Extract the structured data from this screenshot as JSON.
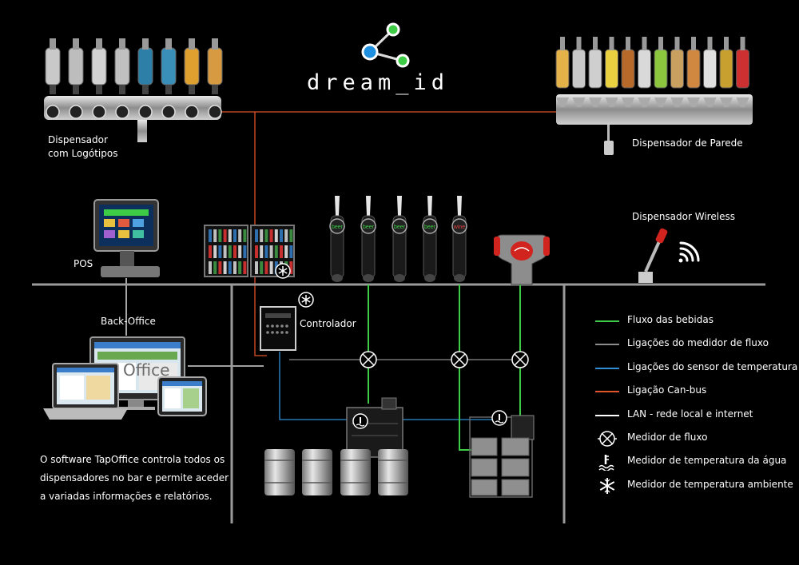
{
  "brand": {
    "name": "dream_id"
  },
  "labels": {
    "dispenser_logos_line1": "Dispensador",
    "dispenser_logos_line2": "com Logótipos",
    "wall_dispenser": "Dispensador de Parede",
    "wireless_dispenser": "Dispensador Wireless",
    "pos": "POS",
    "back_office": "Back-Office",
    "controller": "Controlador",
    "tap_badges": [
      "beer",
      "beer",
      "beer",
      "beer",
      "wine"
    ],
    "office_ghost": "Office"
  },
  "legend": [
    {
      "kind": "line",
      "color": "#3ecb46",
      "label": "Fluxo das bebidas"
    },
    {
      "kind": "line",
      "color": "#8c8c8c",
      "label": "Ligações do medidor de fluxo"
    },
    {
      "kind": "line",
      "color": "#2e8fd6",
      "label": "Ligações do sensor de temperatura"
    },
    {
      "kind": "line",
      "color": "#e0542a",
      "label": "Ligação Can-bus"
    },
    {
      "kind": "line",
      "color": "#ffffff",
      "label": "LAN - rede local e internet"
    },
    {
      "kind": "icon",
      "icon": "flow-meter-icon",
      "label": "Medidor de fluxo"
    },
    {
      "kind": "icon",
      "icon": "water-temperature-icon",
      "label": "Medidor de temperatura da água"
    },
    {
      "kind": "icon",
      "icon": "snowflake-icon",
      "label": "Medidor de temperatura ambiente"
    }
  ],
  "description": [
    "O software TapOffice controla todos os",
    "dispensadores no bar e permite aceder",
    "a variadas informações e relatórios."
  ]
}
